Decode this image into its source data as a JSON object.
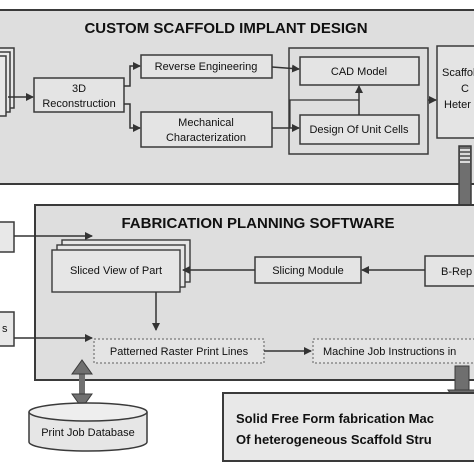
{
  "design": {
    "title": "CUSTOM SCAFFOLD IMPLANT DESIGN",
    "reconstruction_line1": "3D",
    "reconstruction_line2": "Reconstruction",
    "reverse_engineering": "Reverse Engineering",
    "mechanical_line1": "Mechanical",
    "mechanical_line2": "Characterization",
    "cad_model": "CAD Model",
    "unit_cells": "Design Of Unit Cells",
    "scaffold_line1": "Scaffold",
    "scaffold_line2": "C",
    "scaffold_line3": "Heter"
  },
  "fabrication": {
    "title": "FABRICATION PLANNING SOFTWARE",
    "sliced_view": "Sliced View of Part",
    "slicing_module": "Slicing Module",
    "brep": "B-Rep",
    "left_box_2": "s",
    "raster_lines": "Patterned Raster Print Lines",
    "machine_job": "Machine Job Instructions in",
    "database": "Print Job Database"
  },
  "sff": {
    "line1": "Solid Free Form fabrication Mac",
    "line2": "Of heterogeneous Scaffold Stru"
  },
  "colors": {
    "panel_fill": "#dedede",
    "box_fill": "#e4e4e4",
    "stroke": "#3a3a3a",
    "arrow_fill": "#707070"
  }
}
